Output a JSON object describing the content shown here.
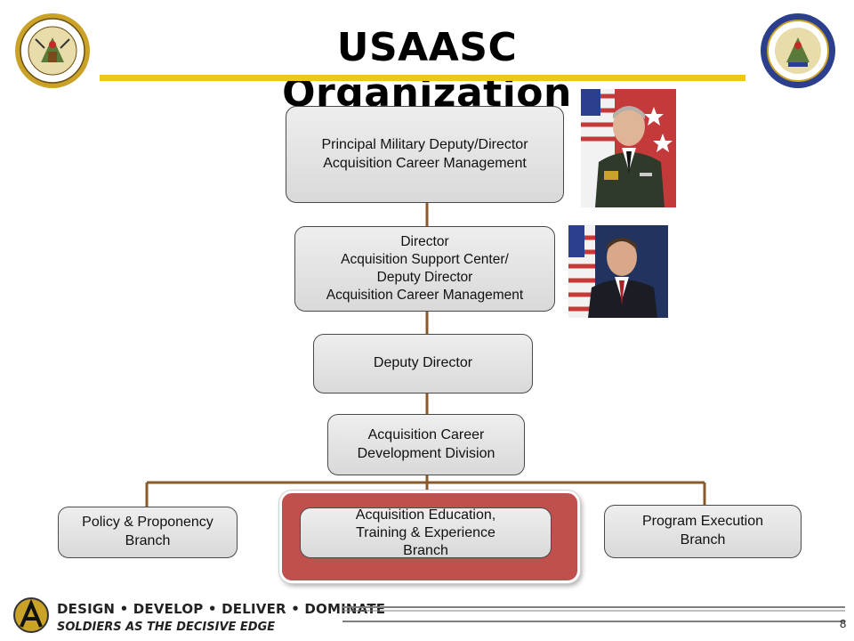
{
  "title": "USAASC Organization",
  "org_chart": {
    "top": {
      "line1": "Principal Military Deputy/Director",
      "line2": "Acquisition Career Management"
    },
    "director": {
      "line1": "Director",
      "line2": "Acquisition Support Center/",
      "line3": "Deputy Director",
      "line4": "Acquisition Career Management"
    },
    "deputy": {
      "line1": "Deputy Director"
    },
    "division": {
      "line1": "Acquisition Career",
      "line2": "Development Division"
    },
    "branches": [
      {
        "line1": "Policy & Proponency",
        "line2": "Branch",
        "highlighted": false
      },
      {
        "line1": "Acquisition Education,",
        "line2": "Training & Experience",
        "line3": "Branch",
        "highlighted": true
      },
      {
        "line1": "Program Execution",
        "line2": "Branch",
        "highlighted": false
      }
    ]
  },
  "footer": {
    "motto_line1": "DESIGN • DEVELOP • DELIVER • DOMINATE",
    "motto_line2": "SOLDIERS AS THE DECISIVE EDGE",
    "page_number": "8"
  },
  "colors": {
    "title_bar": "#f2c519",
    "connector": "#8b5a2b",
    "highlight": "#c0504d",
    "box_fill": "#e3e3e3"
  }
}
